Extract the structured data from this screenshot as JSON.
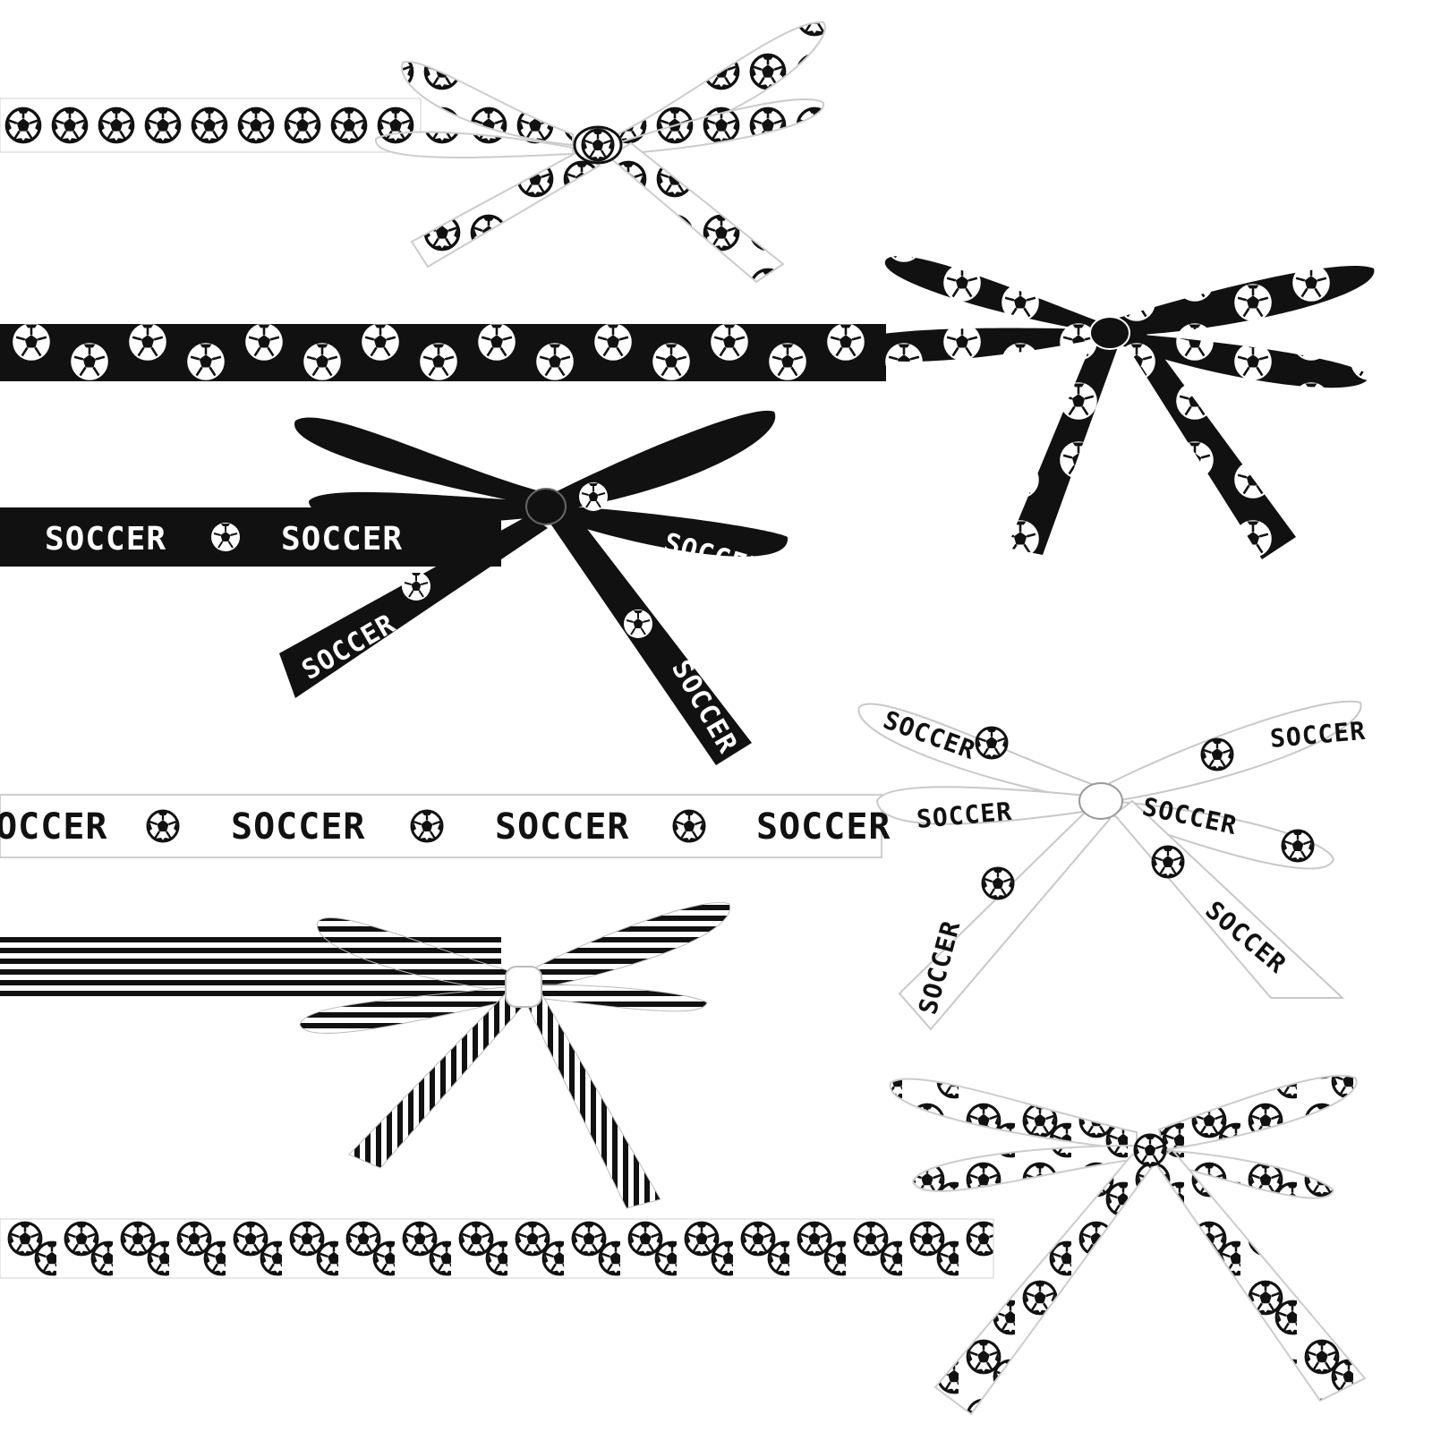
{
  "product": {
    "print_word": "SOCCER",
    "ribbon_count": 6
  },
  "colors": {
    "ink": "#111111",
    "ribbon_white": "#ffffff",
    "ribbon_edge": "#c8c8c8",
    "background": "#ffffff"
  },
  "ribbons": [
    {
      "id": "white-soccer-ball",
      "pattern": "soccer-balls",
      "base": "white",
      "motif_icon": "soccer-ball-icon"
    },
    {
      "id": "black-soccer-ball",
      "pattern": "soccer-balls",
      "base": "black",
      "motif_icon": "soccer-ball-icon"
    },
    {
      "id": "black-soccer-text",
      "pattern": "text-and-balls",
      "base": "black",
      "motif_icon": "soccer-ball-icon"
    },
    {
      "id": "white-soccer-text",
      "pattern": "text-and-balls",
      "base": "white",
      "motif_icon": "soccer-ball-icon"
    },
    {
      "id": "black-white-stripe",
      "pattern": "stripes",
      "base": "striped",
      "motif_icon": "stripe-icon"
    },
    {
      "id": "white-soccer-ball-outline",
      "pattern": "soccer-balls",
      "base": "white",
      "motif_icon": "soccer-ball-icon"
    }
  ]
}
